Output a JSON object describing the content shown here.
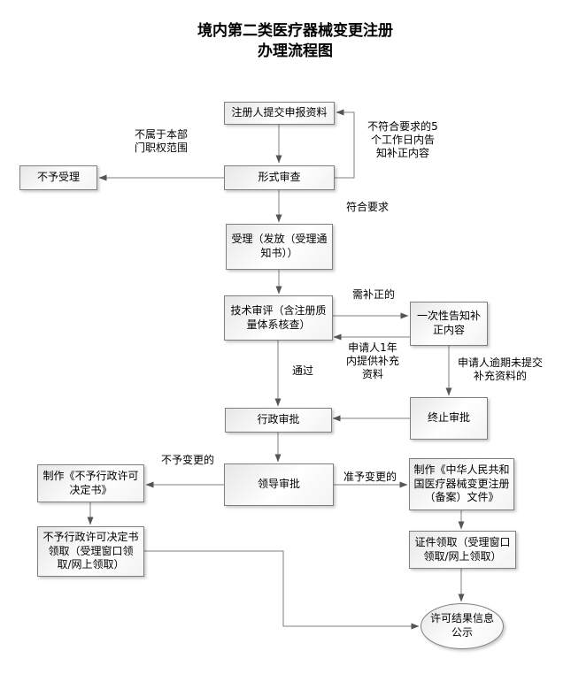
{
  "title": "境内第二类医疗器械变更注册\n办理流程图",
  "nodes": {
    "submit": "注册人提交申报资料",
    "formal_review": "形式审查",
    "not_accepted": "不予受理",
    "accept": "受理（发放（受理通\n知书））",
    "tech_review": "技术审评（含注册质\n量体系核查）",
    "notify_correction": "一次性告知补\n正内容",
    "admin_approval": "行政审批",
    "terminate_approval": "终止审批",
    "leader_approval": "领导审批",
    "make_denial_doc": "制作《不予行政许可\n决定书》",
    "make_cert_doc": "制作《中华人民共和\n国医疗器械变更注册\n（备案）文件》",
    "denial_doc_pickup": "不予行政许可决定书\n领取（受理窗口领\n取/网上领取）",
    "cert_pickup": "证件领取（受理窗口\n领取/网上领取）",
    "result_publicity": "许可结果信息\n公示"
  },
  "edge_labels": {
    "out_of_scope": "不属于本部\n门职权范围",
    "not_meeting_5days": "不符合要求的5\n个工作日内告\n知补正内容",
    "meets_requirements": "符合要求",
    "needs_correction": "需补正的",
    "supplement_1year": "申请人1年\n内提供补充\n资料",
    "pass": "通过",
    "overdue_no_supplement": "申请人逾期未提交\n补充资料的",
    "no_change": "不予变更的",
    "approve_change": "准予变更的"
  },
  "colors": {
    "box_border": "#7f7f7f",
    "box_fill_dark": "#e7e7e7",
    "box_fill_light": "#ffffff",
    "line": "#7f7f7f",
    "arrowhead": "#555555",
    "text": "#000000"
  }
}
